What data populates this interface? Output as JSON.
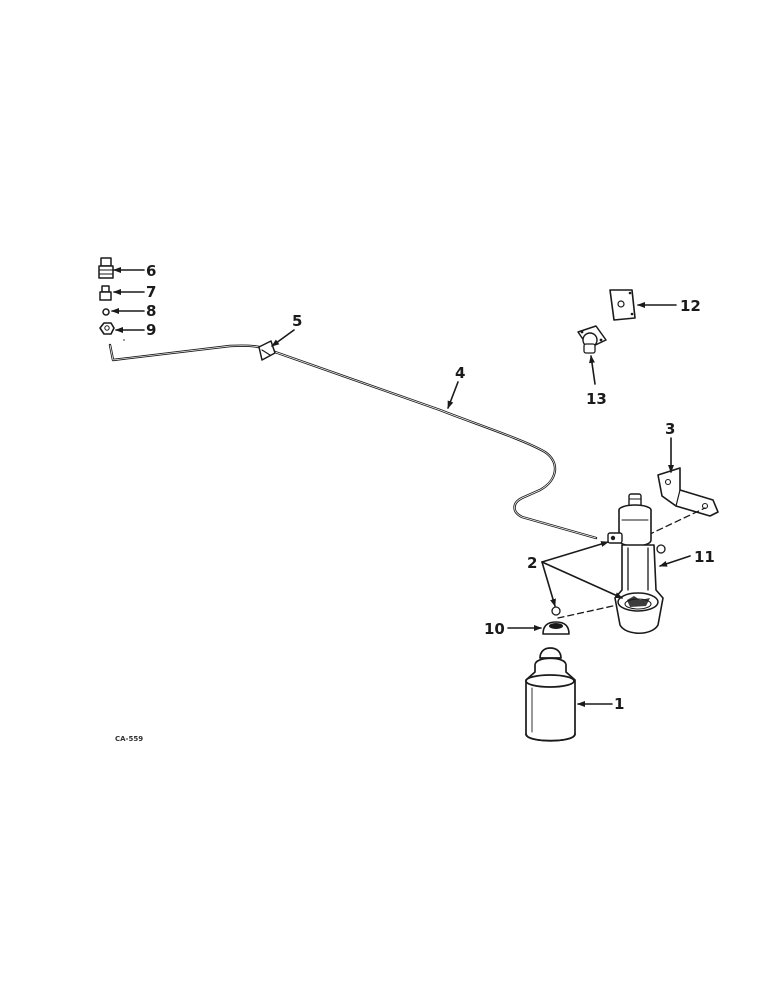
{
  "diagram": {
    "figure_code": "CA-559",
    "callouts": {
      "c1": "1",
      "c2": "2",
      "c3": "3",
      "c4": "4",
      "c5": "5",
      "c6": "6",
      "c7": "7",
      "c8": "8",
      "c9": "9",
      "c10": "10",
      "c11": "11",
      "c12": "12",
      "c13": "13"
    }
  }
}
